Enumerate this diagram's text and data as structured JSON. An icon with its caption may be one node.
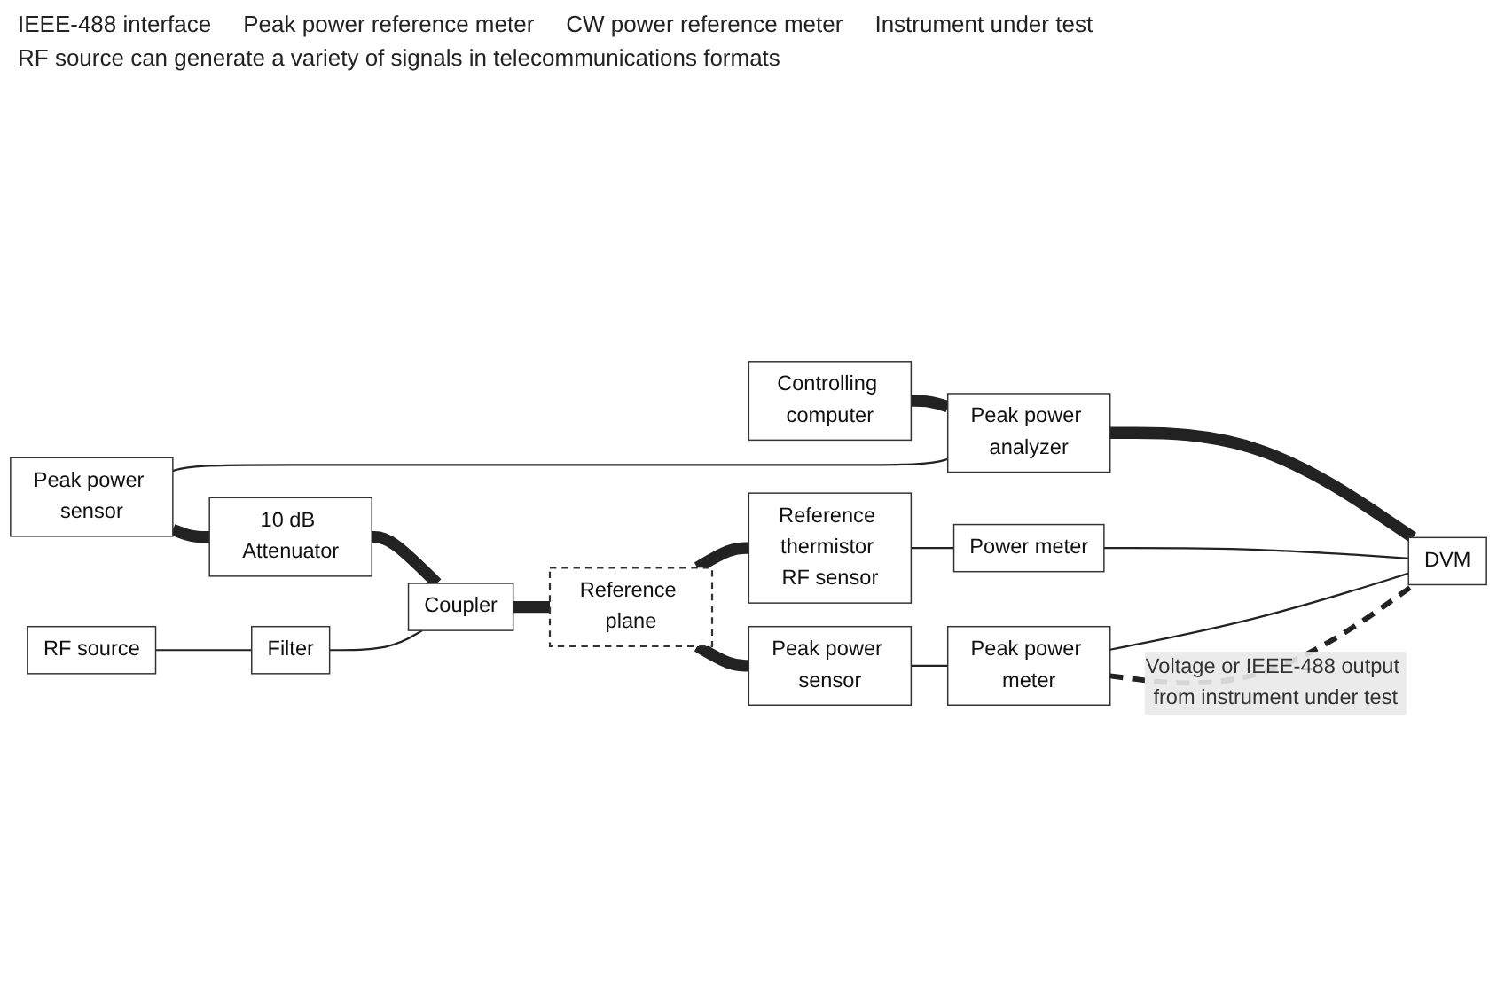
{
  "diagram": {
    "nodes": [
      {
        "text": [
          "Controlling computer"
        ]
      },
      {
        "text": [
          "Peak power sensor"
        ]
      },
      {
        "text": [
          "Peak power analyzer"
        ]
      },
      {
        "text": [
          "10 dB Attenuator"
        ]
      },
      {
        "text": [
          "RF source"
        ]
      },
      {
        "text": [
          "Filter"
        ]
      },
      {
        "text": [
          "Coupler"
        ]
      },
      {
        "text": [
          "Reference thermistor RF sensor"
        ]
      },
      {
        "text": [
          "Power meter"
        ]
      },
      {
        "text": [
          "Peak power sensor"
        ]
      },
      {
        "text": [
          "Peak power meter"
        ]
      },
      {
        "text": [
          "DVM"
        ]
      },
      {
        "text": [
          "Reference plane"
        ]
      }
    ],
    "edges": [
      {
        "from": 0,
        "to": 2,
        "arrow": "none",
        "style": "thick"
      },
      {
        "from": 2,
        "to": 11,
        "arrow": "none",
        "style": "thick"
      },
      {
        "from": 1,
        "to": 2,
        "arrow": "none"
      },
      {
        "from": 1,
        "to": 3,
        "arrow": "none",
        "style": "thick"
      },
      {
        "from": 3,
        "to": 6,
        "arrow": "none",
        "style": "thick"
      },
      {
        "from": 4,
        "to": 5,
        "arrow": "none"
      },
      {
        "from": 5,
        "to": 6,
        "arrow": "none"
      },
      {
        "from": 6,
        "to": 12,
        "arrow": "none",
        "style": "thick"
      },
      {
        "from": 12,
        "to": 7,
        "arrow": "none",
        "style": "thick"
      },
      {
        "from": 12,
        "to": 9,
        "arrow": "none",
        "style": "thick"
      },
      {
        "from": 7,
        "to": 8,
        "arrow": "none"
      },
      {
        "from": 9,
        "to": 10,
        "arrow": "none"
      },
      {
        "from": 8,
        "to": 11,
        "arrow": "none"
      },
      {
        "from": 10,
        "to": 11,
        "arrow": "none"
      },
      {
        "from": 10,
        "to": 11,
        "arrow": "none",
        "style": "dashed",
        "label": "Voltage or IEEE-488 output from instrument under test"
      }
    ],
    "labels": [
      "IEEE-488 interface",
      "Peak power reference meter",
      "CW power reference meter",
      "Instrument under test",
      "RF source can generate a variety of signals in telecommunications formats"
    ]
  }
}
